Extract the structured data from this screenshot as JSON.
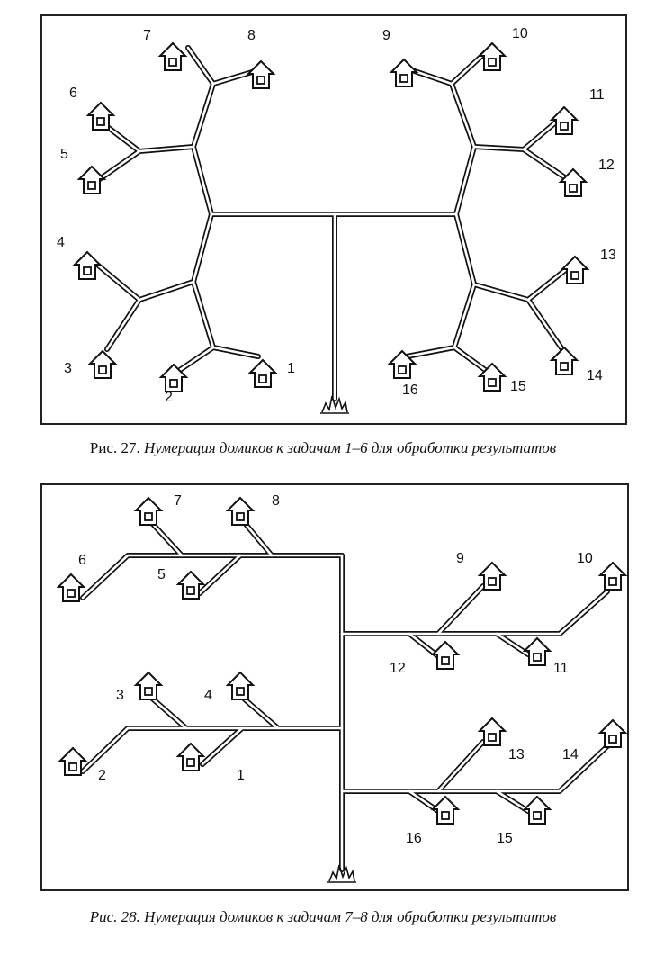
{
  "figure27": {
    "caption_label": "Рис. 27.",
    "caption_text": "Нумерация домиков к задачам 1–6 для обработки результатов",
    "house_labels": [
      "1",
      "2",
      "3",
      "4",
      "5",
      "6",
      "7",
      "8",
      "9",
      "10",
      "11",
      "12",
      "13",
      "14",
      "15",
      "16"
    ]
  },
  "figure28": {
    "caption_label": "Рис. 28.",
    "caption_text": "Нумерация домиков к задачам 7–8 для обработки результатов",
    "house_labels": [
      "1",
      "2",
      "3",
      "4",
      "5",
      "6",
      "7",
      "8",
      "9",
      "10",
      "11",
      "12",
      "13",
      "14",
      "15",
      "16"
    ]
  },
  "icons": {
    "house": "house-icon",
    "fire": "fire-icon"
  },
  "colors": {
    "ink": "#111111",
    "paper": "#ffffff"
  }
}
